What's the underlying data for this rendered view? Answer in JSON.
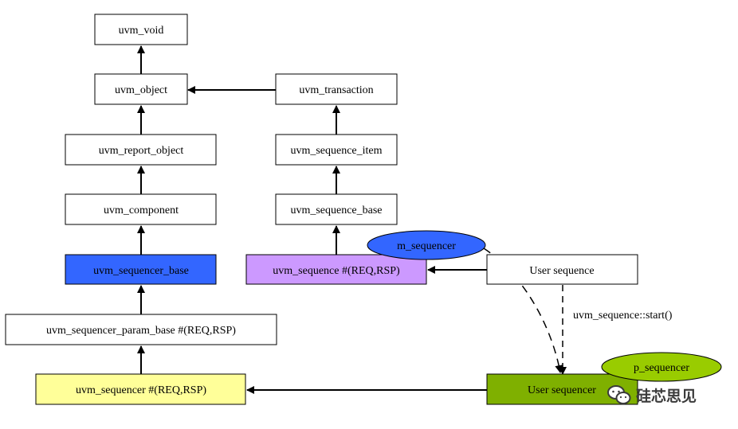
{
  "nodes": {
    "uvm_void": {
      "label": "uvm_void",
      "fill": "#ffffff"
    },
    "uvm_object": {
      "label": "uvm_object",
      "fill": "#ffffff"
    },
    "uvm_transaction": {
      "label": "uvm_transaction",
      "fill": "#ffffff"
    },
    "uvm_report_object": {
      "label": "uvm_report_object",
      "fill": "#ffffff"
    },
    "uvm_sequence_item": {
      "label": "uvm_sequence_item",
      "fill": "#ffffff"
    },
    "uvm_component": {
      "label": "uvm_component",
      "fill": "#ffffff"
    },
    "uvm_sequence_base": {
      "label": "uvm_sequence_base",
      "fill": "#ffffff"
    },
    "uvm_sequencer_base": {
      "label": "uvm_sequencer_base",
      "fill": "#3366ff"
    },
    "uvm_sequence": {
      "label": "uvm_sequence #(REQ,RSP)",
      "fill": "#cc99ff"
    },
    "user_sequence": {
      "label": "User sequence",
      "fill": "#ffffff"
    },
    "uvm_sequencer_param_base": {
      "label": "uvm_sequencer_param_base #(REQ,RSP)",
      "fill": "#ffffff"
    },
    "uvm_sequencer": {
      "label": "uvm_sequencer #(REQ,RSP)",
      "fill": "#ffff99"
    },
    "user_sequencer": {
      "label": "User sequencer",
      "fill": "#7fb000"
    }
  },
  "ellipses": {
    "m_sequencer": {
      "label": "m_sequencer",
      "fill": "#3366ff"
    },
    "p_sequencer": {
      "label": "p_sequencer",
      "fill": "#99cc00"
    }
  },
  "annotations": {
    "start_call": "uvm_sequence::start()"
  },
  "watermark": {
    "text": "硅芯思见",
    "icon": "wechat-icon"
  }
}
